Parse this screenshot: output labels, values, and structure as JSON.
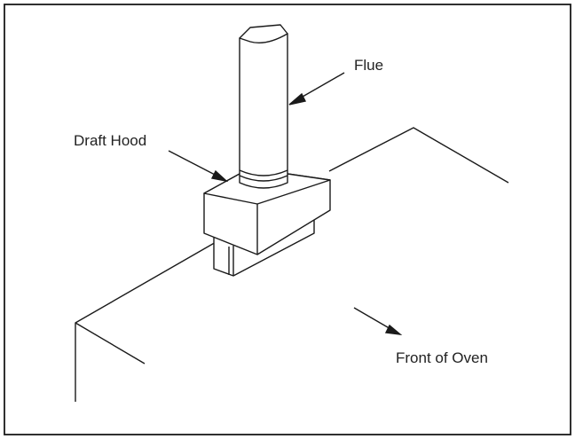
{
  "labels": {
    "flue": "Flue",
    "draft_hood": "Draft Hood",
    "front_of_oven": "Front of Oven"
  },
  "colors": {
    "line": "#1a1a1a",
    "background": "#ffffff"
  }
}
